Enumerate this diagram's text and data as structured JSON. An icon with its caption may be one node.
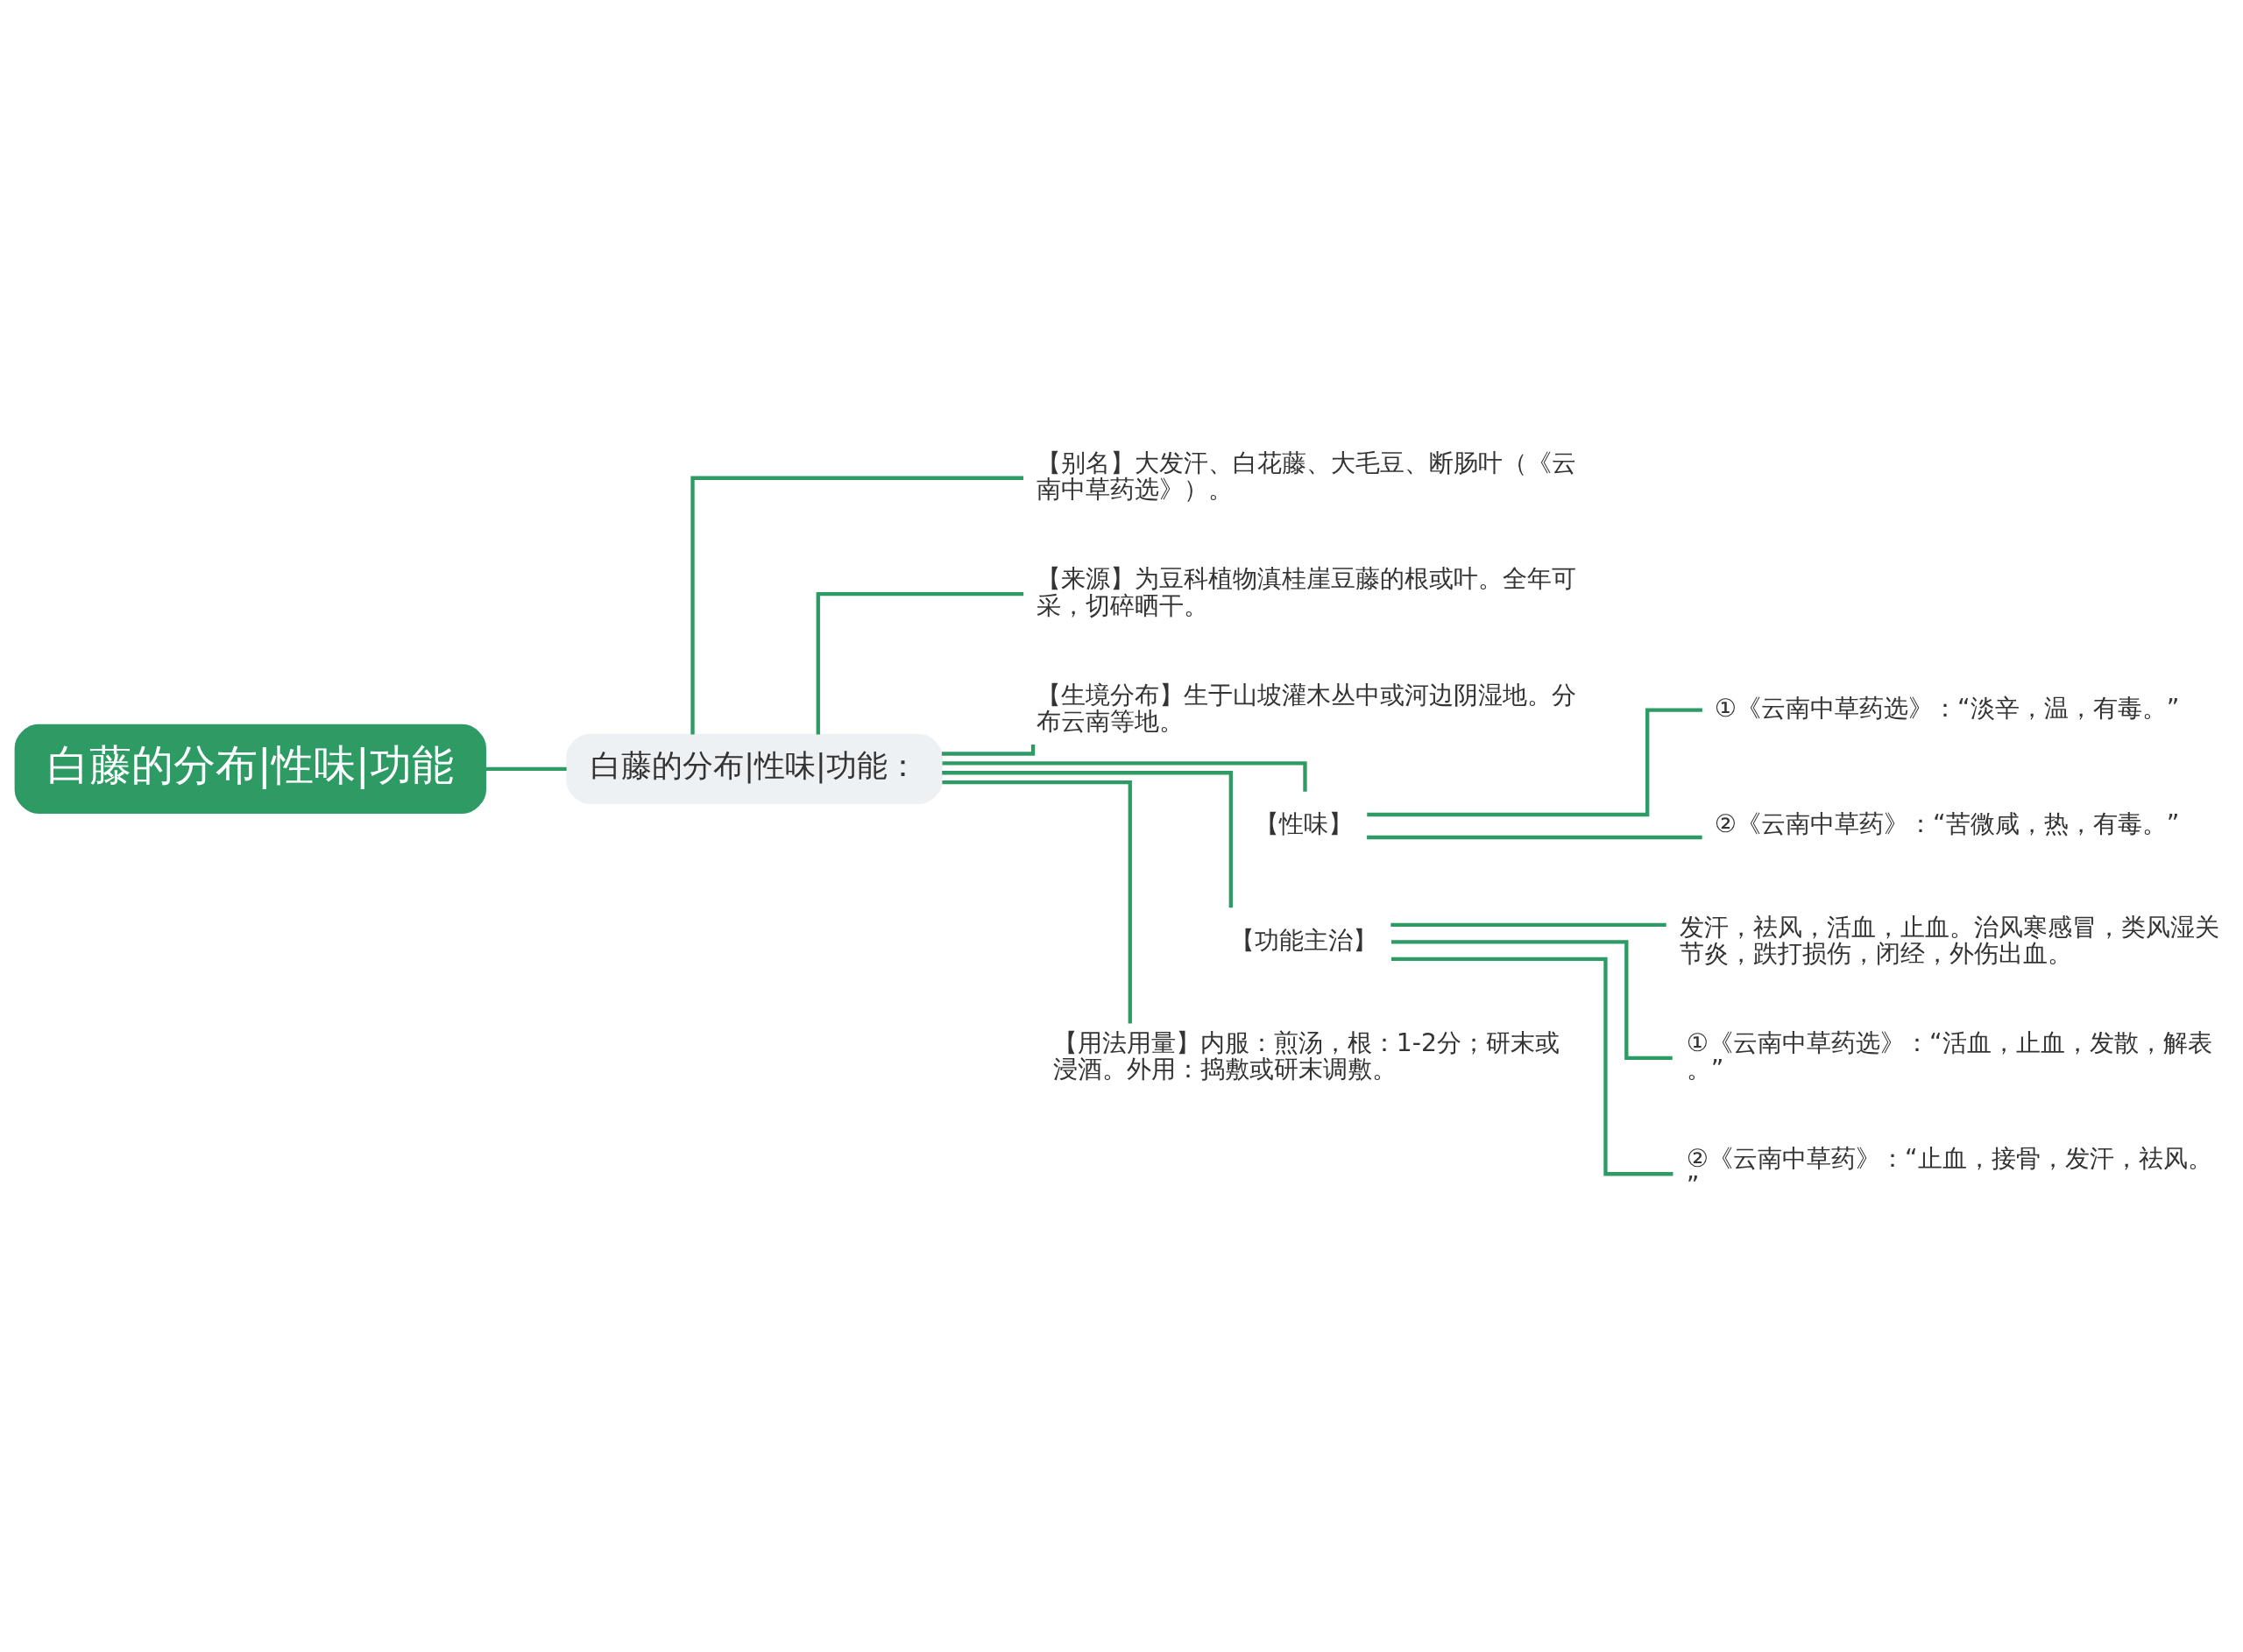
{
  "diagram": {
    "nodes": [
      {
        "text": [
          "白藤的分布|性味|功能"
        ]
      },
      {
        "text": [
          "白藤的分布|性味|功能："
        ]
      },
      {
        "text": [
          "【别名】大发汗、白花藤、大毛豆、断肠叶（《云南中草药选》）。"
        ]
      },
      {
        "text": [
          "【来源】为豆科植物滇桂崖豆藤的根或叶。全年可采，切碎晒干。"
        ]
      },
      {
        "text": [
          "【生境分布】生于山坡灌木丛中或河边阴湿地。分布云南等地。"
        ]
      },
      {
        "text": [
          "【性味】"
        ]
      },
      {
        "text": [
          "①《云南中草药选》：“淡辛，温，有毒。”"
        ]
      },
      {
        "text": [
          "②《云南中草药》：“苦微咸，热，有毒。”"
        ]
      },
      {
        "text": [
          "【功能主治】"
        ]
      },
      {
        "text": [
          "发汗，祛风，活血，止血。治风寒感冒，类风湿关节炎，跌打损伤，闭经，外伤出血。"
        ]
      },
      {
        "text": [
          "①《云南中草药选》：“活血，止血，发散，解表。”"
        ]
      },
      {
        "text": [
          "②《云南中草药》：“止血，接骨，发汗，祛风。”"
        ]
      },
      {
        "text": [
          "【用法用量】内服：煎汤，根：1-2分；研末或浸酒。外用：捣敷或研末调敷。"
        ]
      }
    ],
    "edges": [
      {
        "from": 0,
        "to": 1,
        "arrow": "none"
      },
      {
        "from": 1,
        "to": 2,
        "arrow": "none"
      },
      {
        "from": 1,
        "to": 3,
        "arrow": "none"
      },
      {
        "from": 1,
        "to": 4,
        "arrow": "none"
      },
      {
        "from": 1,
        "to": 5,
        "arrow": "none"
      },
      {
        "from": 5,
        "to": 6,
        "arrow": "none"
      },
      {
        "from": 5,
        "to": 7,
        "arrow": "none"
      },
      {
        "from": 1,
        "to": 8,
        "arrow": "none"
      },
      {
        "from": 8,
        "to": 9,
        "arrow": "none"
      },
      {
        "from": 8,
        "to": 10,
        "arrow": "none"
      },
      {
        "from": 8,
        "to": 11,
        "arrow": "none"
      },
      {
        "from": 1,
        "to": 12,
        "arrow": "none"
      }
    ]
  }
}
